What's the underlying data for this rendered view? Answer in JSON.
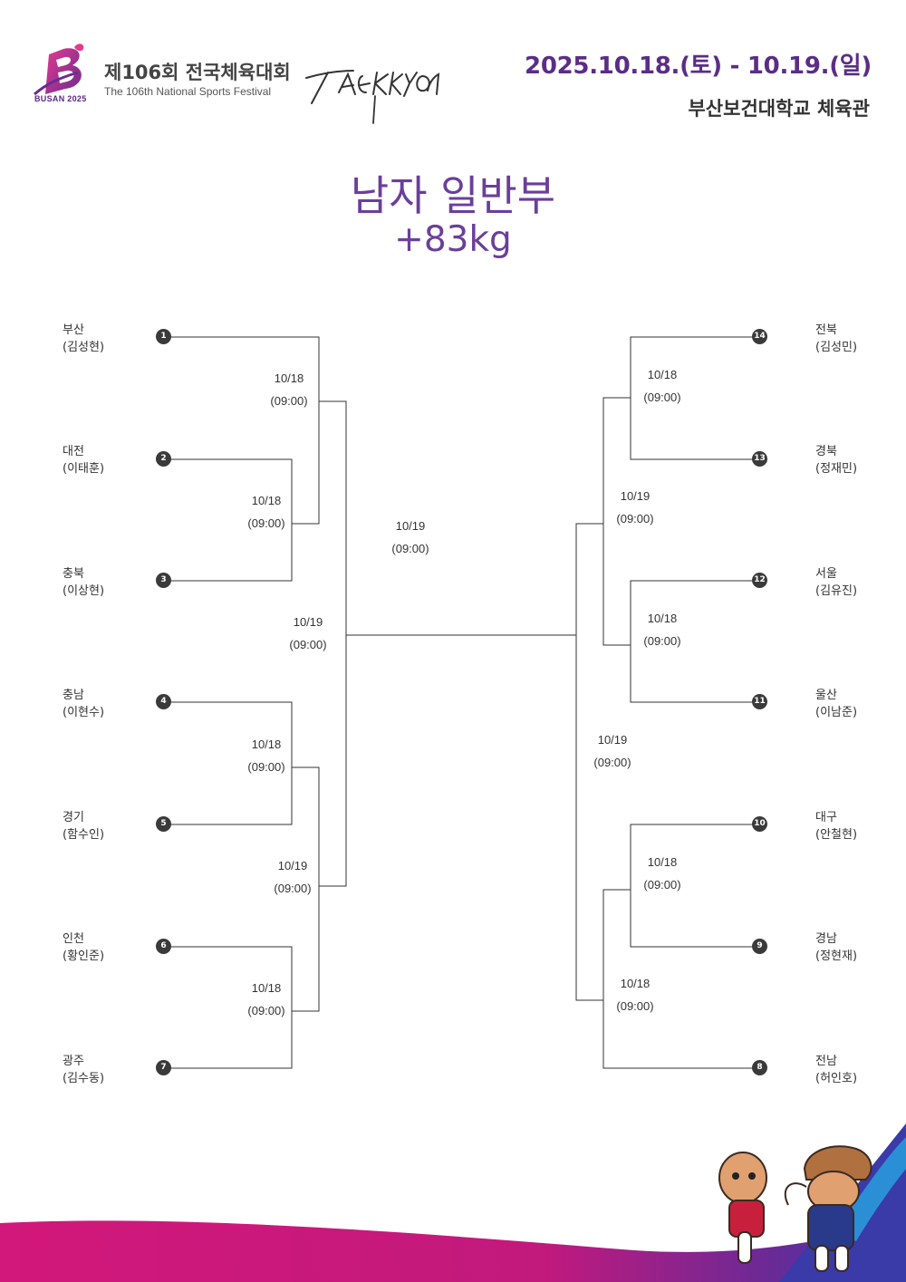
{
  "header": {
    "logo_text": "BUSAN 2025",
    "festival_ko": "제106회 전국체육대회",
    "festival_en": "The 106th National Sports Festival",
    "event_signature": "TAEKKYON",
    "date_range": "2025.10.18.(토) - 10.19.(일)",
    "venue": "부산보건대학교 체육관"
  },
  "title": {
    "division": "남자 일반부",
    "weight": "+83kg"
  },
  "left_entries": [
    {
      "seed": "1",
      "region": "부산",
      "name": "(김성현)"
    },
    {
      "seed": "2",
      "region": "대전",
      "name": "(이태훈)"
    },
    {
      "seed": "3",
      "region": "충북",
      "name": "(이상현)"
    },
    {
      "seed": "4",
      "region": "충남",
      "name": "(이현수)"
    },
    {
      "seed": "5",
      "region": "경기",
      "name": "(함수인)"
    },
    {
      "seed": "6",
      "region": "인천",
      "name": "(황인준)"
    },
    {
      "seed": "7",
      "region": "광주",
      "name": "(김수동)"
    }
  ],
  "right_entries": [
    {
      "seed": "14",
      "region": "전북",
      "name": "(김성민)"
    },
    {
      "seed": "13",
      "region": "경북",
      "name": "(정재민)"
    },
    {
      "seed": "12",
      "region": "서울",
      "name": "(김유진)"
    },
    {
      "seed": "11",
      "region": "울산",
      "name": "(이남준)"
    },
    {
      "seed": "10",
      "region": "대구",
      "name": "(안철현)"
    },
    {
      "seed": "9",
      "region": "경남",
      "name": "(정현재)"
    },
    {
      "seed": "8",
      "region": "전남",
      "name": "(허인호)"
    }
  ],
  "schedules": {
    "L1": {
      "date": "10/18",
      "time": "(09:00)"
    },
    "L2": {
      "date": "10/18",
      "time": "(09:00)"
    },
    "L3": {
      "date": "10/19",
      "time": "(09:00)"
    },
    "L4": {
      "date": "10/18",
      "time": "(09:00)"
    },
    "L5": {
      "date": "10/19",
      "time": "(09:00)"
    },
    "L6": {
      "date": "10/18",
      "time": "(09:00)"
    },
    "F": {
      "date": "10/19",
      "time": "(09:00)"
    },
    "R1": {
      "date": "10/18",
      "time": "(09:00)"
    },
    "R2": {
      "date": "10/19",
      "time": "(09:00)"
    },
    "R3": {
      "date": "10/18",
      "time": "(09:00)"
    },
    "R4": {
      "date": "10/19",
      "time": "(09:00)"
    },
    "R5": {
      "date": "10/18",
      "time": "(09:00)"
    },
    "R6": {
      "date": "10/18",
      "time": "(09:00)"
    }
  },
  "colors": {
    "brand_purple": "#5b2d86",
    "title_purple": "#6a3f9a",
    "footer_magenta": "#d2187a",
    "footer_blue": "#3a3aa8",
    "badge_dark": "#3a3a3a"
  },
  "icons": {
    "logo": "busan-2025-logo",
    "mascots": "squirrel-mascots-icon"
  }
}
